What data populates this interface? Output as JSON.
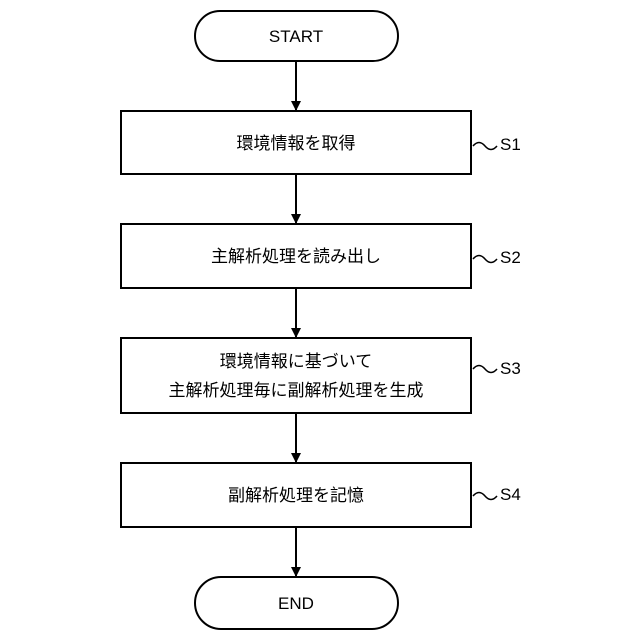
{
  "flowchart": {
    "start": "START",
    "end": "END",
    "steps": [
      {
        "id": "S1",
        "lines": [
          "環境情報を取得"
        ]
      },
      {
        "id": "S2",
        "lines": [
          "主解析処理を読み出し"
        ]
      },
      {
        "id": "S3",
        "lines": [
          "環境情報に基づいて",
          "主解析処理毎に副解析処理を生成"
        ]
      },
      {
        "id": "S4",
        "lines": [
          "副解析処理を記憶"
        ]
      }
    ]
  }
}
